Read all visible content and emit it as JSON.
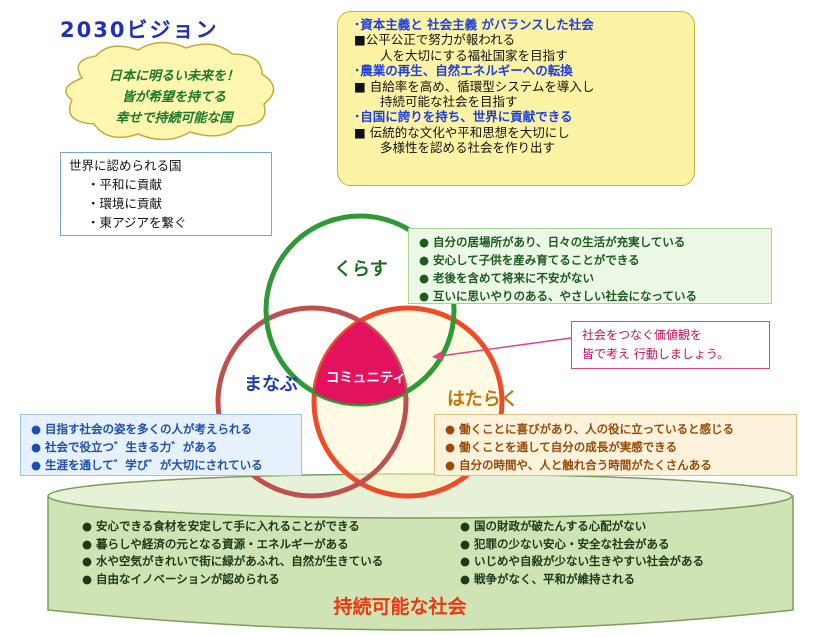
{
  "title": "2030ビジョン",
  "cloud": {
    "lines": [
      "日本に明るい未来を！",
      "皆が希望を持てる",
      "幸せで持続可能な国"
    ]
  },
  "world": {
    "heading": "世界に認められる国",
    "items": [
      "・平和に貢献",
      "・環境に貢献",
      "・東アジアを繋ぐ"
    ]
  },
  "vision": [
    {
      "heading": "･資本主義と 社会主義 がバランスした社会",
      "lines": [
        "■公平公正で努力が報われる",
        "人を大切にする福祉国家を目指す"
      ]
    },
    {
      "heading": "･農業の再生、自然エネルギーへの転換",
      "lines": [
        "■ 自給率を高め、循環型システムを導入し",
        "持続可能な社会を目指す"
      ]
    },
    {
      "heading": "･自国に誇りを持ち、世界に貢献できる",
      "lines": [
        "■ 伝統的な文化や平和思想を大切にし",
        "多様性を認める社会を作り出す"
      ]
    }
  ],
  "circles": {
    "kurasu": "くらす",
    "manabu": "まなぶ",
    "hataraku": "はたらく",
    "community": "コミュニティ"
  },
  "kurasu_items": [
    "● 自分の居場所があり、日々の生活が充実している",
    "● 安心して子供を産み育てることができる",
    "● 老後を含めて将来に不安がない",
    "● 互いに思いやりのある、やさしい社会になっている"
  ],
  "manabu_items": [
    "● 目指す社会の姿を多くの人が考えられる",
    "● 社会で役立つ゛生きる力゛がある",
    "● 生涯を通して゛学び゛が大切にされている"
  ],
  "hataraku_items": [
    "● 働くことに喜びがあり、人の役に立っていると感じる",
    "● 働くことを通して自分の成長が実感できる",
    "● 自分の時間や、人と触れ合う時間がたくさんある"
  ],
  "value_message": [
    "社会をつなぐ価値観を",
    "皆で考え 行動しましょう。"
  ],
  "base": {
    "left_items": [
      "● 安心できる食材を安定して手に入れることができる",
      "● 暮らしや経済の元となる資源・エネルギーがある",
      "● 水や空気がきれいで街に緑があふれ、自然が生きている",
      "● 自由なイノベーションが認められる"
    ],
    "right_items": [
      "● 国の財政が破たんする心配がない",
      "● 犯罪の少ない安心・安全な社会がある",
      "● いじめや自殺が少ない生きやすい社会がある",
      "● 戦争がなく、平和が維持される"
    ],
    "label": "持続可能な社会"
  },
  "colors": {
    "green": "#2e9a36",
    "red": "#c0504d",
    "orange": "#f04a27",
    "community": "#e3125e",
    "yellow_box": "#fdf3a4",
    "base_fill": "#cfe3b5"
  }
}
